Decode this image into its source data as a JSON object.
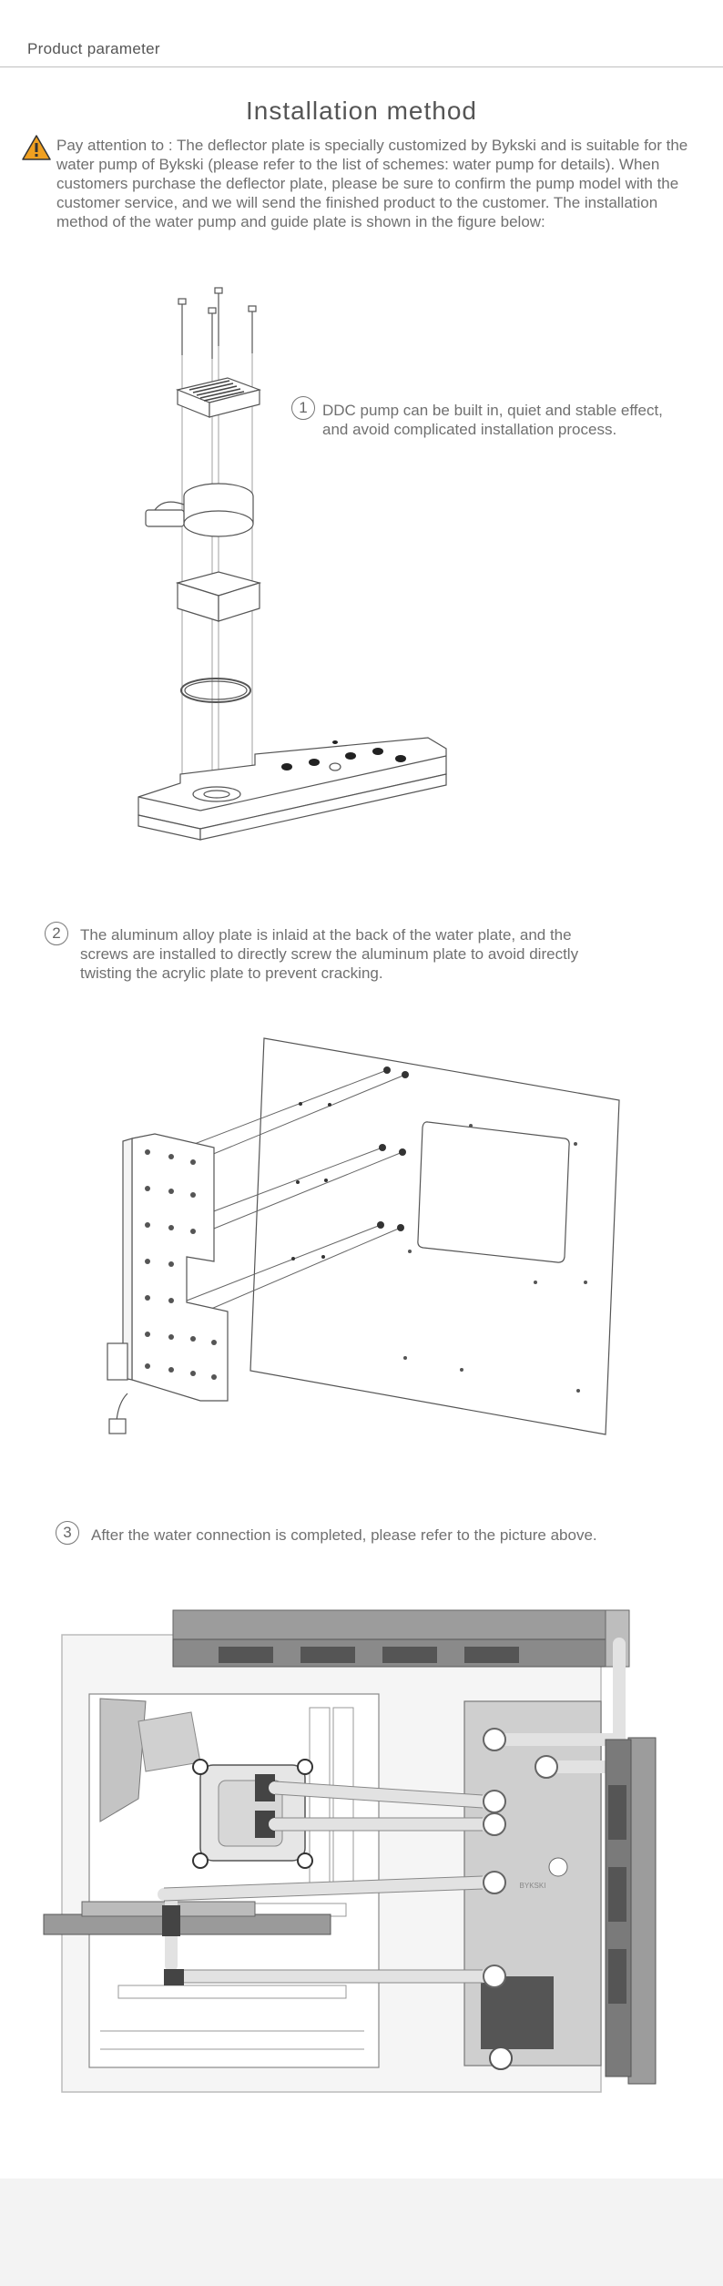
{
  "header": {
    "label": "Product parameter"
  },
  "section": {
    "title": "Installation method"
  },
  "notice": {
    "icon": "warning-icon",
    "text": "Pay attention to : The deflector plate is specially customized by Bykski and is suitable for the water pump of Bykski (please refer to the list of schemes: water pump for details). When customers purchase the deflector plate, please be sure to confirm the pump model with the customer service, and we will send the finished product to the customer. The installation method of the water pump and guide plate is shown in the figure below:"
  },
  "steps": [
    {
      "number": "1",
      "text": "DDC pump can be built in, quiet and stable effect, and avoid complicated installation process."
    },
    {
      "number": "2",
      "text": "The aluminum alloy plate is inlaid at the back of the water plate, and the screws are installed to directly screw the aluminum plate to avoid directly twisting the acrylic plate to prevent cracking."
    },
    {
      "number": "3",
      "text": "After the water connection is completed, please refer to the picture above."
    }
  ],
  "figure3": {
    "plate_logo": "BYKSKI"
  },
  "colors": {
    "warning": "#f0a020",
    "line": "#555555",
    "tube": "#e0e0e0",
    "metal": "#bdbdbd"
  }
}
